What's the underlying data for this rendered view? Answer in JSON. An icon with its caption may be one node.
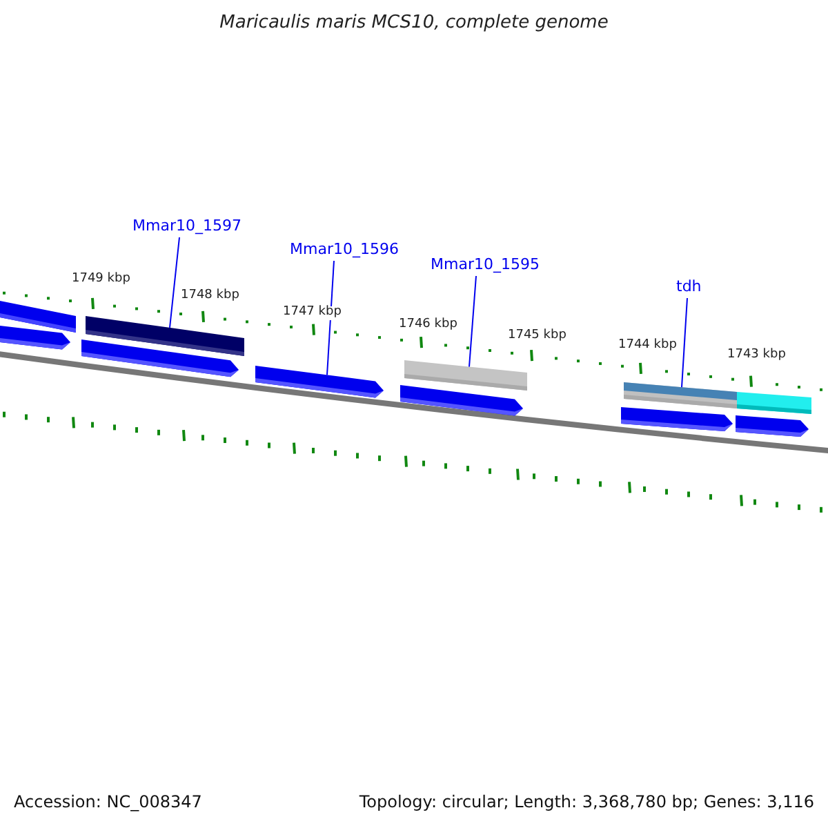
{
  "diagram": {
    "title": "Maricaulis maris MCS10, complete genome",
    "nodes": [
      {
        "text": [
          "Mmar10_1597"
        ]
      },
      {
        "text": [],
        "shape": "bar"
      },
      {
        "text": [
          "Mmar10_1596"
        ]
      },
      {
        "text": [],
        "shape": "arrow"
      },
      {
        "text": [
          "Mmar10_1595"
        ]
      },
      {
        "text": [],
        "shape": "bar"
      },
      {
        "text": [
          "tdh"
        ]
      },
      {
        "text": [],
        "shape": "bar"
      },
      {
        "text": [],
        "shape": "bar"
      },
      {
        "text": [],
        "shape": "arrow"
      },
      {
        "text": [],
        "shape": "arrow"
      },
      {
        "text": [],
        "shape": "arrow"
      },
      {
        "text": [],
        "shape": "arrow"
      },
      {
        "text": [],
        "shape": "arrow"
      },
      {
        "text": [],
        "shape": "bar"
      }
    ],
    "edges": [
      {
        "from": 0,
        "to": 1,
        "arrow": "none"
      },
      {
        "from": 2,
        "to": 3,
        "arrow": "none"
      },
      {
        "from": 4,
        "to": 5,
        "arrow": "none"
      },
      {
        "from": 6,
        "to": 7,
        "arrow": "none"
      }
    ],
    "labels": [
      "1749 kbp",
      "1748 kbp",
      "1747 kbp",
      "1746 kbp",
      "1745 kbp",
      "1744 kbp",
      "1743 kbp",
      "Accession: NC_008347",
      "Topology: circular; Length: 3,368,780 bp; Genes: 3,116"
    ]
  }
}
